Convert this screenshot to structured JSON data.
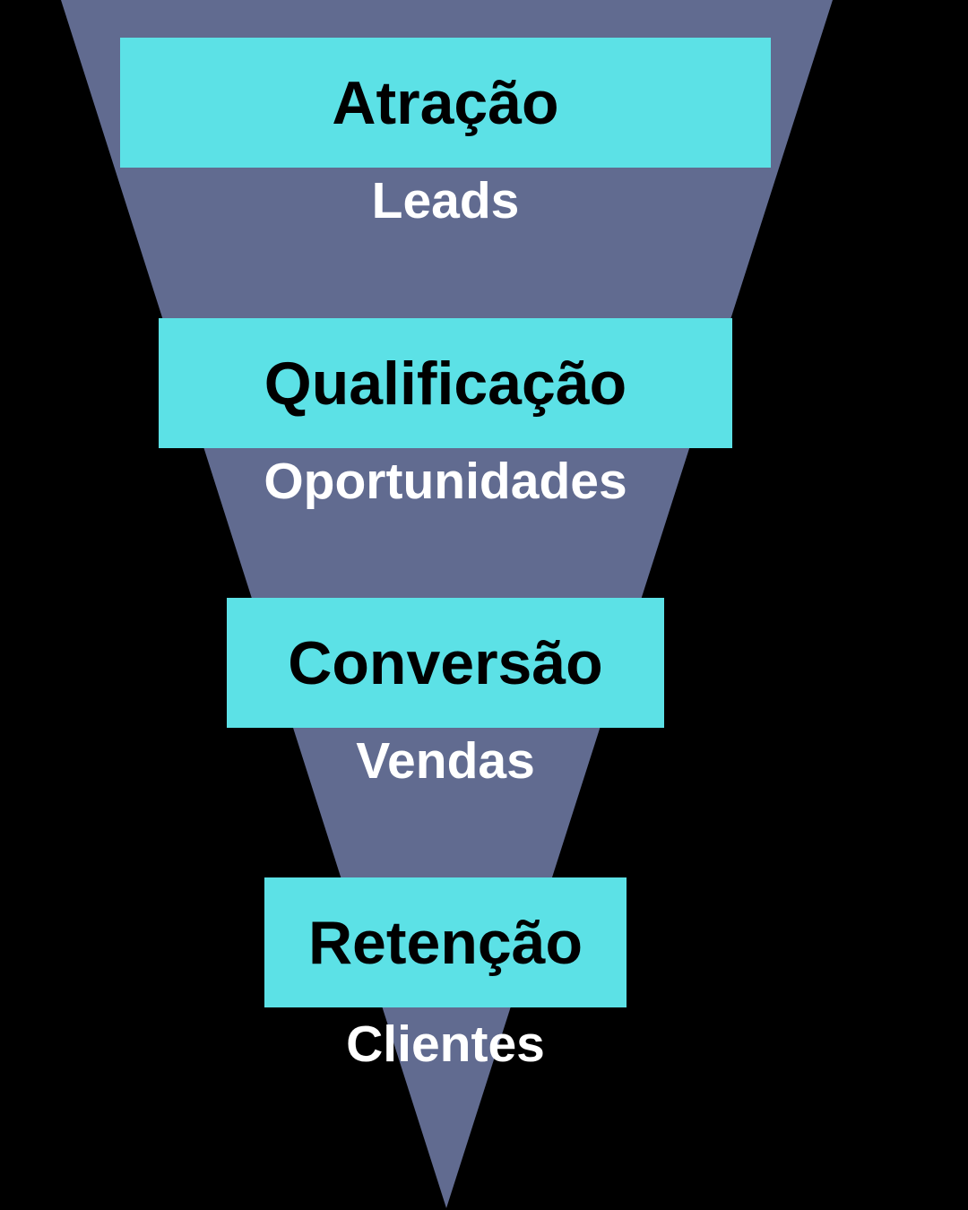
{
  "colors": {
    "background": "#000000",
    "funnel": "#616B90",
    "stage_bar": "#5CE1E6",
    "stage_label": "#000000",
    "stage_sublabel": "#FFFFFF"
  },
  "funnel": {
    "type": "inverted-funnel",
    "stages": [
      {
        "label": "Atração",
        "sublabel": "Leads"
      },
      {
        "label": "Qualificação",
        "sublabel": "Oportunidades"
      },
      {
        "label": "Conversão",
        "sublabel": "Vendas"
      },
      {
        "label": "Retenção",
        "sublabel": "Clientes"
      }
    ]
  }
}
